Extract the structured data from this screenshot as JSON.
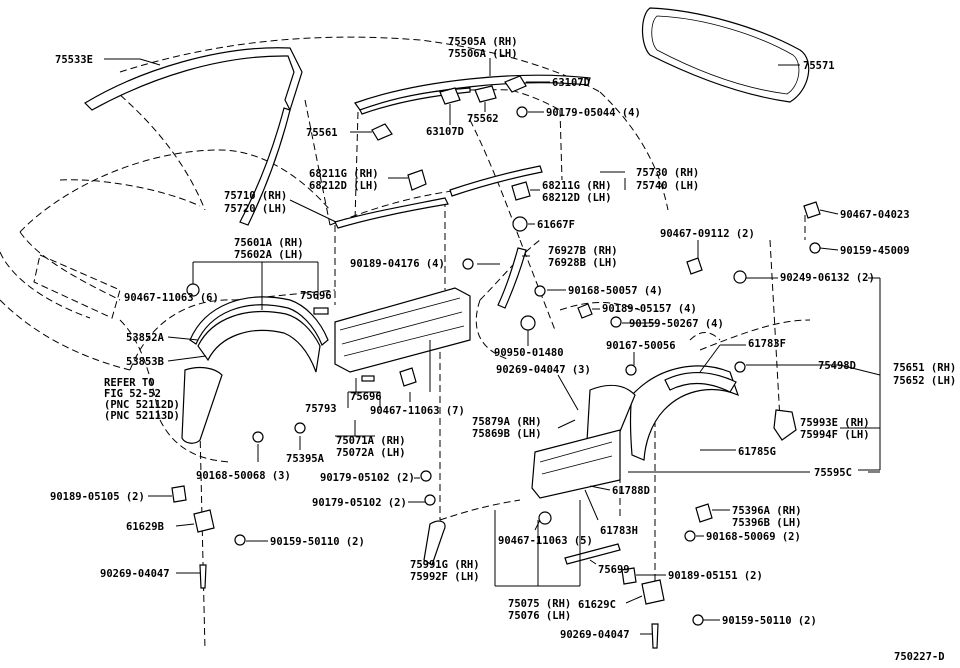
{
  "labels": {
    "l75533e": "75533E",
    "l75505a": "75505A (RH)",
    "l75506a": "75506A (LH)",
    "l63107d_a": "63107D",
    "l75571": "75571",
    "l90179_05044": "90179-05044 (4)",
    "l75561": "75561",
    "l63107d_b": "63107D",
    "l75562": "75562",
    "l68211g_a": "68211G (RH)",
    "l68212d_a": "68212D (LH)",
    "l75730": "75730 (RH)",
    "l75740": "75740 (LH)",
    "l68211g_b": "68211G (RH)",
    "l68212d_b": "68212D (LH)",
    "l75710": "75710 (RH)",
    "l75720": "75720 (LH)",
    "l61667f": "61667F",
    "l90467_04023": "90467-04023",
    "l90467_09112": "90467-09112 (2)",
    "l90159_45009": "90159-45009",
    "l75601a": "75601A (RH)",
    "l75602a": "75602A (LH)",
    "l76927b": "76927B (RH)",
    "l76928b": "76928B (LH)",
    "l90189_04176": "90189-04176 (4)",
    "l90249_06132": "90249-06132 (2)",
    "l90467_11063_6": "90467-11063 (6)",
    "l75696_a": "75696",
    "l90168_50057": "90168-50057 (4)",
    "l90189_05157": "90189-05157 (4)",
    "l53852a": "53852A",
    "l90159_50267": "90159-50267 (4)",
    "l53853b": "53853B",
    "l90950_01480": "90950-01480",
    "l61783f": "61783F",
    "l90167_50056": "90167-50056",
    "l75498d": "75498D",
    "l75651": "75651 (RH)",
    "l75652": "75652 (LH)",
    "l_refer1": "REFER TO",
    "l_refer2": "FIG 52-52",
    "l_refer3": "(PNC 52112D)",
    "l_refer4": "(PNC 52113D)",
    "l90269_04047_3": "90269-04047 (3)",
    "l75696_b": "75696",
    "l75793": "75793",
    "l90467_11063_7": "90467-11063 (7)",
    "l75879a": "75879A (RH)",
    "l75869b": "75869B (LH)",
    "l75993e": "75993E (RH)",
    "l75994f": "75994F (LH)",
    "l75071a": "75071A (RH)",
    "l75072a": "75072A (LH)",
    "l90168_50068": "90168-50068 (3)",
    "l75395a": "75395A",
    "l61785g": "61785G",
    "l90179_05102_a": "90179-05102 (2)",
    "l75595c": "75595C",
    "l90189_05105": "90189-05105 (2)",
    "l61788d": "61788D",
    "l90179_05102_b": "90179-05102 (2)",
    "l61629b": "61629B",
    "l75396a": "75396A (RH)",
    "l75396b": "75396B (LH)",
    "l90159_50110_a": "90159-50110 (2)",
    "l90467_11063_5": "90467-11063 (5)",
    "l61783h": "61783H",
    "l90168_50069": "90168-50069 (2)",
    "l75991g": "75991G (RH)",
    "l75992f": "75992F (LH)",
    "l75699": "75699",
    "l90269_04047_b": "90269-04047",
    "l90189_05151": "90189-05151 (2)",
    "l75075": "75075 (RH)",
    "l75076": "75076 (LH)",
    "l61629c": "61629C",
    "l90159_50110_b": "90159-50110 (2)",
    "l90269_04047_c": "90269-04047",
    "l750227d": "750227-D"
  }
}
